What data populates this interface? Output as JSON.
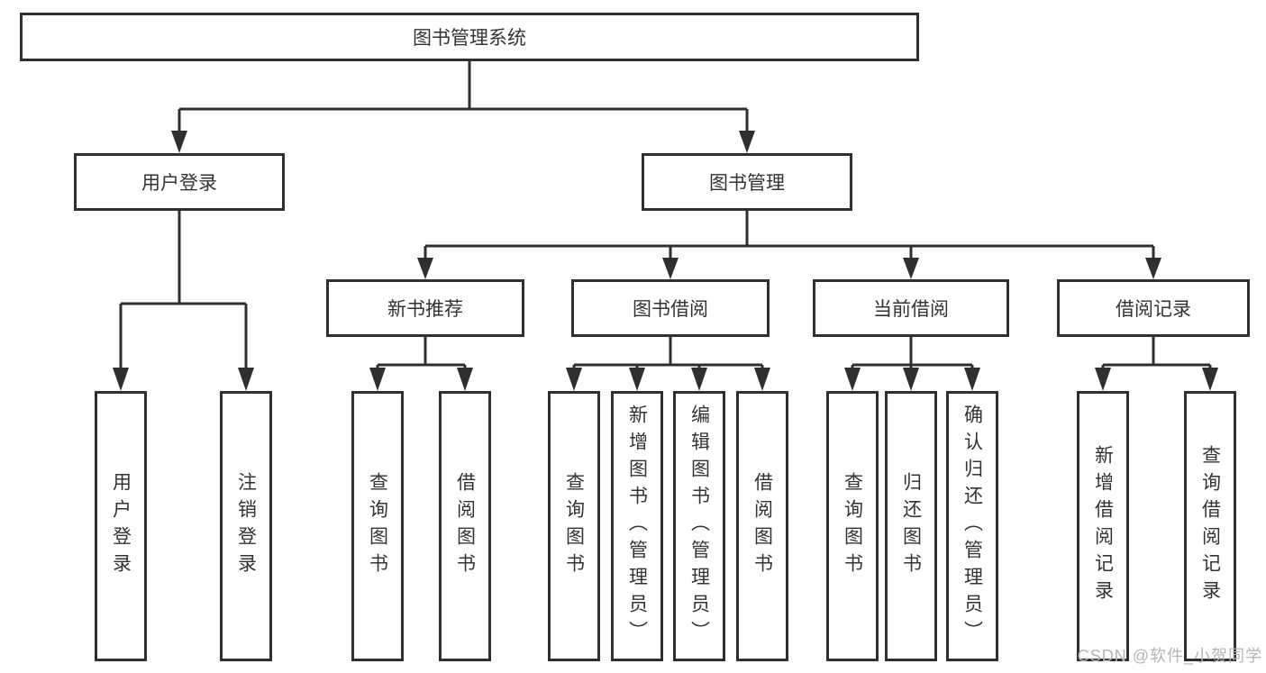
{
  "colors": {
    "line": "#2f2f2f",
    "text": "#333333",
    "background": "#ffffff",
    "watermark": "#b5b5b5"
  },
  "watermark": {
    "text": "CSDN @软件_小贺同学"
  },
  "nodes": {
    "root": {
      "label": "图书管理系统"
    },
    "level2": [
      {
        "label": "用户登录"
      },
      {
        "label": "图书管理"
      }
    ],
    "level3": [
      {
        "label": "新书推荐"
      },
      {
        "label": "图书借阅"
      },
      {
        "label": "当前借阅"
      },
      {
        "label": "借阅记录"
      }
    ],
    "leaves": {
      "login": [
        {
          "label": "用户登录"
        },
        {
          "label": "注销登录"
        }
      ],
      "recommend": [
        {
          "label": "查询图书"
        },
        {
          "label": "借阅图书"
        }
      ],
      "borrow": [
        {
          "label": "查询图书"
        },
        {
          "label": "新增图书（管理员）"
        },
        {
          "label": "编辑图书（管理员）"
        },
        {
          "label": "借阅图书"
        }
      ],
      "current": [
        {
          "label": "查询图书"
        },
        {
          "label": "归还图书"
        },
        {
          "label": "确认归还（管理员）"
        }
      ],
      "records": [
        {
          "label": "新增借阅记录"
        },
        {
          "label": "查询借阅记录"
        }
      ]
    }
  }
}
